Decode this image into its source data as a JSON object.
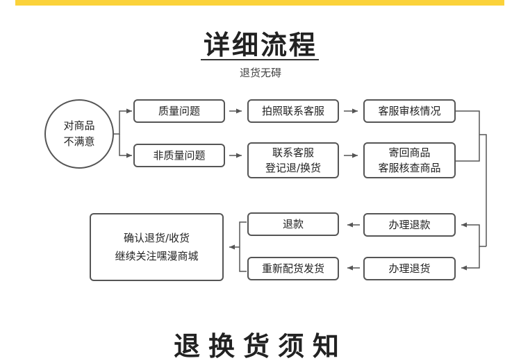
{
  "header": {
    "title": "详细流程",
    "subtitle": "退货无碍"
  },
  "start": {
    "line1": "对商品",
    "line2": "不满意"
  },
  "flow": {
    "quality_issue": "质量问题",
    "non_quality_issue": "非质量问题",
    "photo_contact": "拍照联系客服",
    "contact_cs_line1": "联系客服",
    "contact_cs_line2": "登记退/换货",
    "cs_review": "客服审核情况",
    "send_back_line1": "寄回商品",
    "send_back_line2": "客服核查商品",
    "process_refund": "办理退款",
    "process_return": "办理退货",
    "refund": "退款",
    "reship": "重新配货发货",
    "final_line1": "确认退货/收货",
    "final_line2": "继续关注嘿漫商城"
  },
  "footer": {
    "partial_title": "退换货须知"
  }
}
